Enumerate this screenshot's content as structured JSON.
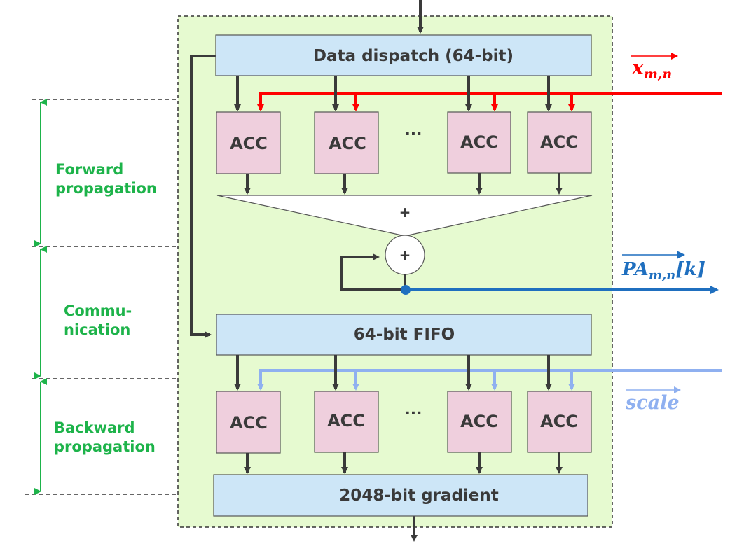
{
  "blocks": {
    "dispatch": "Data dispatch (64-bit)",
    "fifo": "64-bit FIFO",
    "gradient": "2048-bit gradient",
    "acc": "ACC",
    "ellipsis": "...",
    "adder_tree_sign": "+",
    "accumulator_sign": "+"
  },
  "phases": {
    "forward": [
      "Forward",
      "propagation"
    ],
    "communication": [
      "Commu-",
      "nication"
    ],
    "backward": [
      "Backward",
      "propagation"
    ]
  },
  "signals": {
    "x": {
      "main": "x",
      "sub": "m,n",
      "color": "#ff0000"
    },
    "pa": {
      "main": "PA",
      "sub": "m,n",
      "suffix": "[k]",
      "color": "#1f6fbf"
    },
    "scale": {
      "main": "scale",
      "color": "#8fb0f0"
    }
  },
  "colors": {
    "panel_fill": "#e6fad0",
    "blue_block": "#cde6f7",
    "acc_block": "#efcfdd",
    "phase_green": "#1db34a",
    "arrow_dark": "#3a3a3a"
  }
}
